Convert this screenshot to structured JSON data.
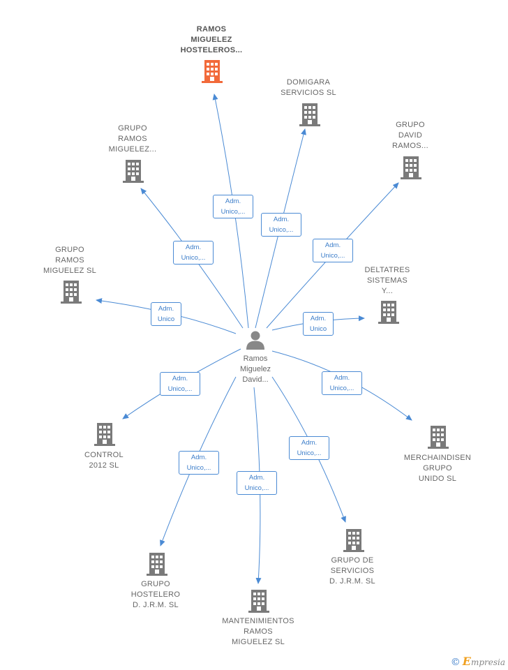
{
  "center": {
    "name": "Ramos\nMiguelez\nDavid..."
  },
  "companies": [
    {
      "id": "c0",
      "name": "RAMOS\nMIGUELEZ\nHOSTELEROS...",
      "role": "Adm.\nUnico,...",
      "highlight": true
    },
    {
      "id": "c1",
      "name": "DOMIGARA\nSERVICIOS  SL",
      "role": "Adm.\nUnico,..."
    },
    {
      "id": "c2",
      "name": "GRUPO\nDAVID\nRAMOS...",
      "role": "Adm.\nUnico,..."
    },
    {
      "id": "c3",
      "name": "GRUPO\nRAMOS\nMIGUELEZ...",
      "role": "Adm.\nUnico,..."
    },
    {
      "id": "c4",
      "name": "GRUPO\nRAMOS\nMIGUELEZ SL",
      "role": "Adm.\nUnico"
    },
    {
      "id": "c5",
      "name": "DELTATRES\nSISTEMAS\nY...",
      "role": "Adm.\nUnico"
    },
    {
      "id": "c6",
      "name": "CONTROL\n2012 SL",
      "role": "Adm.\nUnico,..."
    },
    {
      "id": "c7",
      "name": "MERCHAINDISEN\nGRUPO\nUNIDO  SL",
      "role": "Adm.\nUnico,..."
    },
    {
      "id": "c8",
      "name": "GRUPO\nHOSTELERO\nD. J.R.M.  SL",
      "role": "Adm.\nUnico,..."
    },
    {
      "id": "c9",
      "name": "MANTENIMIENTOS\nRAMOS\nMIGUELEZ  SL",
      "role": "Adm.\nUnico,..."
    },
    {
      "id": "c10",
      "name": "GRUPO DE\nSERVICIOS\nD. J.R.M.  SL",
      "role": "Adm.\nUnico,..."
    }
  ],
  "brand": {
    "symbol": "©",
    "initial": "E",
    "rest": "mpresia"
  },
  "colors": {
    "edge": "#4a8ad4",
    "building": "#7a7a7a",
    "highlight": "#f26a3a",
    "person": "#888888"
  }
}
